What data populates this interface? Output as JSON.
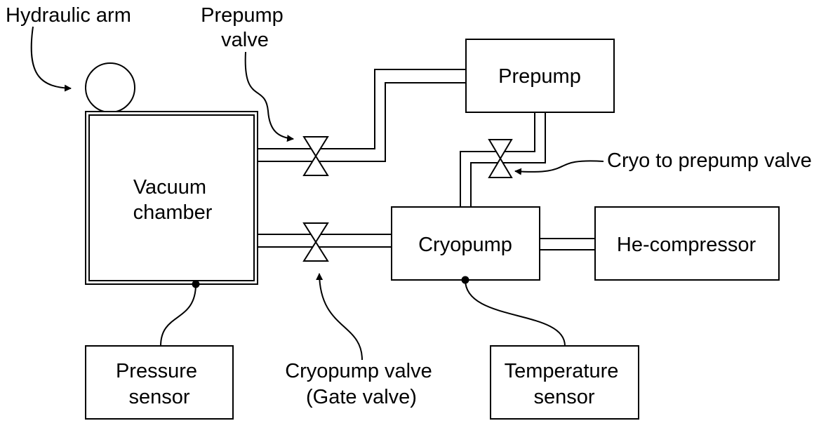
{
  "labels": {
    "hydraulic_arm": "Hydraulic arm",
    "prepump_valve_line1": "Prepump",
    "prepump_valve_line2": "valve",
    "prepump": "Prepump",
    "cryo_to_prepump_valve": "Cryo to prepump valve",
    "vacuum_chamber_line1": "Vacuum",
    "vacuum_chamber_line2": "chamber",
    "cryopump": "Cryopump",
    "he_compressor": "He-compressor",
    "pressure_sensor_line1": "Pressure",
    "pressure_sensor_line2": "sensor",
    "cryopump_valve_line1": "Cryopump valve",
    "cryopump_valve_line2": "(Gate valve)",
    "temperature_sensor_line1": "Temperature",
    "temperature_sensor_line2": "sensor"
  }
}
